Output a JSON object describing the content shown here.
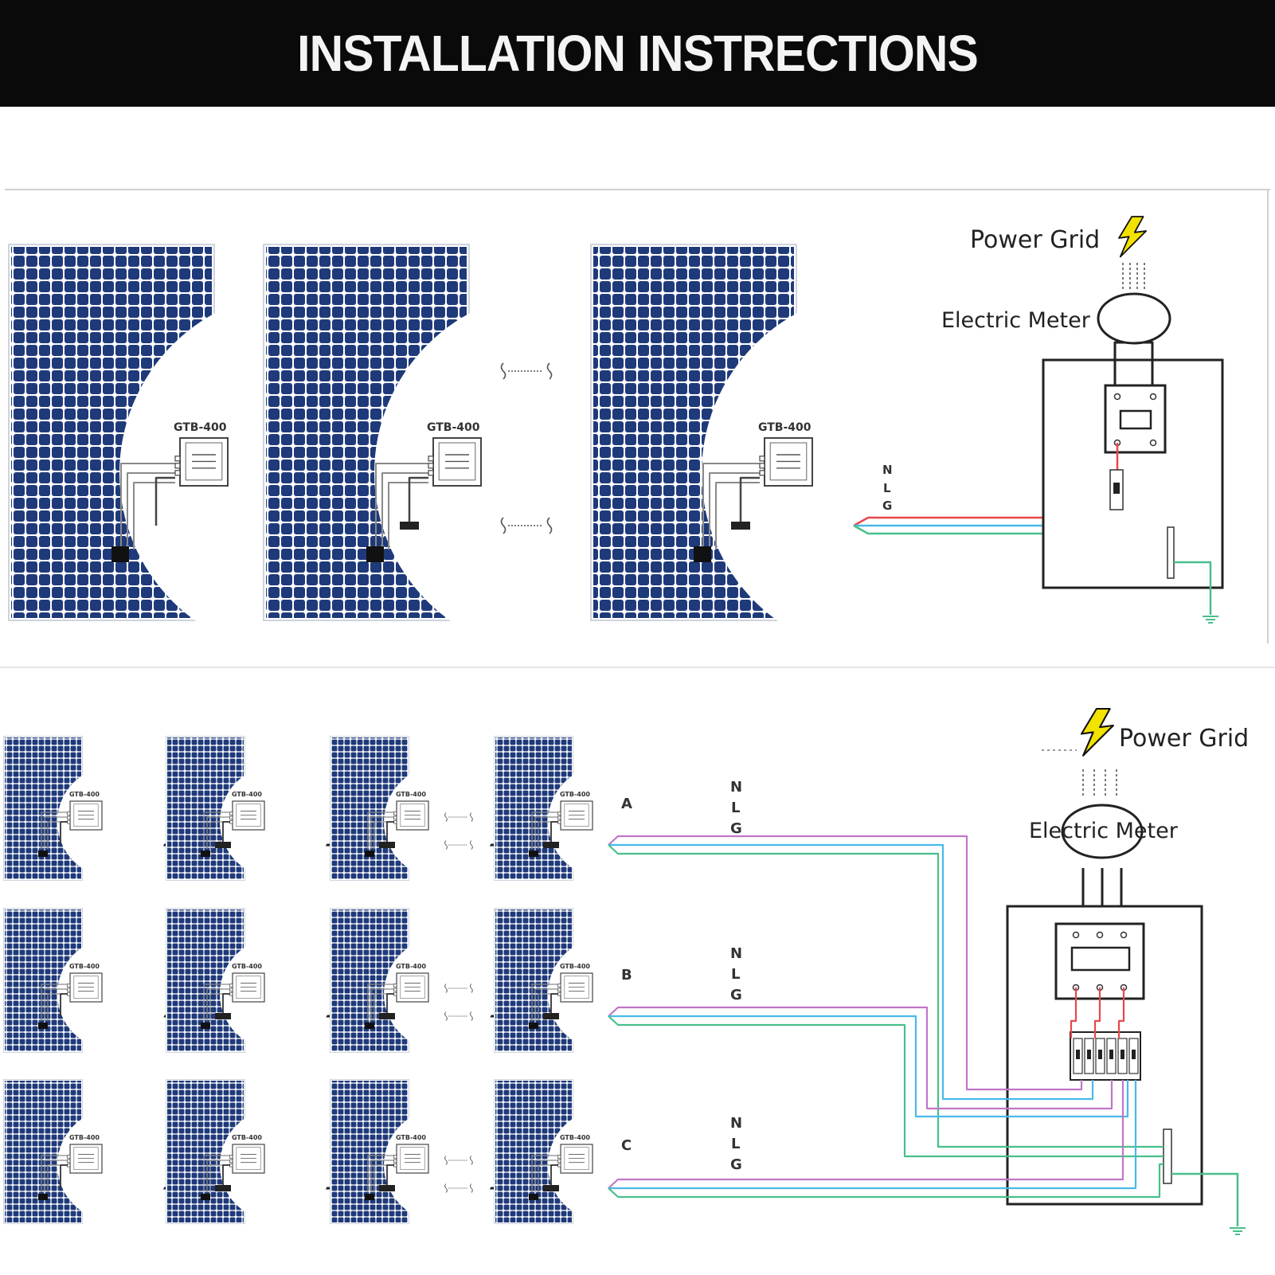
{
  "header": {
    "title": "INSTALLATION INSTRECTIONS"
  },
  "diagram1": {
    "grid_label": "Power Grid",
    "meter_label": "Electric Meter",
    "inverter_model": "GTB-400",
    "wire_labels": [
      "N",
      "L",
      "G"
    ]
  },
  "diagram2": {
    "grid_label": "Power Grid",
    "meter_label": "Electric Meter",
    "inverter_model": "GTB-400",
    "phase_labels": [
      "A",
      "B",
      "C"
    ],
    "wire_labels": [
      "N",
      "L",
      "G"
    ]
  },
  "colors": {
    "banner": "#0a0a0a",
    "panel": "#1f3a7a",
    "wire_live": "#e8474b",
    "wire_neutral": "#49b9e8",
    "wire_ground": "#47c08a",
    "wire_phase": "#c175c8",
    "bolt": "#f2e200"
  },
  "icons": [
    "solar-panel-icon",
    "micro-inverter-icon",
    "lightning-bolt-icon",
    "electric-meter-icon",
    "breaker-icon",
    "ground-icon"
  ]
}
